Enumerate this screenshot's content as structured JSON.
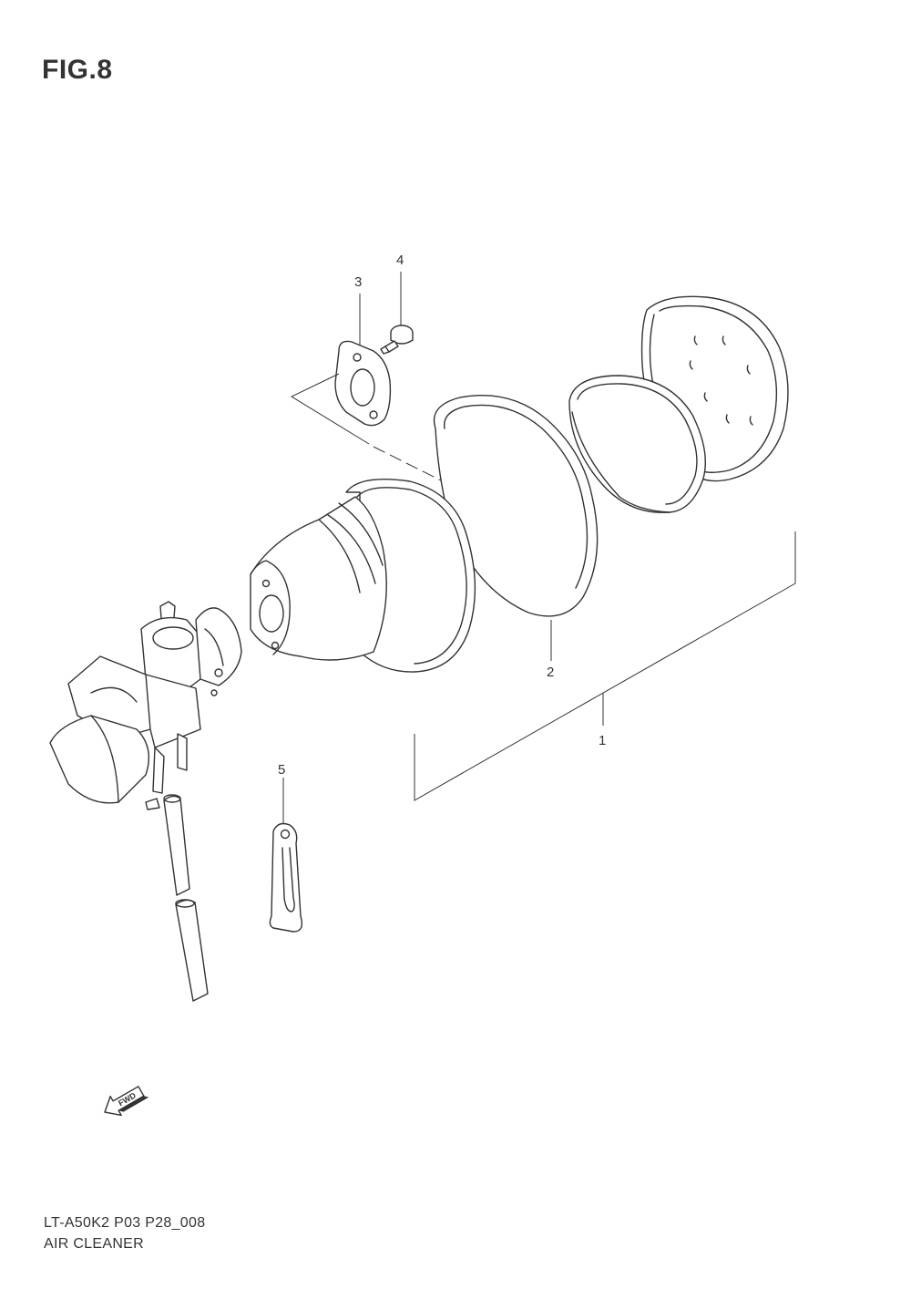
{
  "figure": {
    "title": "FIG.8"
  },
  "callouts": [
    {
      "id": "1",
      "label": "1"
    },
    {
      "id": "2",
      "label": "2"
    },
    {
      "id": "3",
      "label": "3"
    },
    {
      "id": "4",
      "label": "4"
    },
    {
      "id": "5",
      "label": "5"
    }
  ],
  "fwd_arrow": {
    "label": "FWD",
    "icon": "fwd-arrow-icon"
  },
  "footer": {
    "code": "LT-A50K2 P03 P28_008",
    "name": "AIR CLEANER"
  }
}
